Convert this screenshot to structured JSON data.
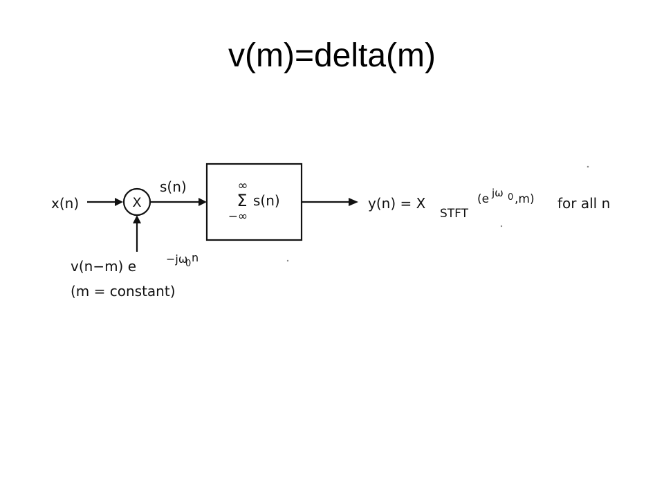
{
  "slide": {
    "title": "v(m)=delta(m)"
  },
  "diagram": {
    "input_label": "x(n)",
    "multiplier_symbol": "X",
    "product_signal_label": "s(n)",
    "sum_upper_limit": "∞",
    "sum_symbol": "Σ",
    "sum_lower_limit": "−∞",
    "sum_argument": "s(n)",
    "output": {
      "lhs": "y(n) = X",
      "subscript": "STFT",
      "arg_open": "(e",
      "exponent": "jω",
      "exponent_sub": "0",
      "arg_close": ",m)",
      "suffix": "for all n"
    },
    "window_input": {
      "term": "v(n−m) e",
      "exponent": "−jω",
      "exponent_sub": "0",
      "exponent_tail": "n",
      "note": "(m = constant)"
    }
  }
}
